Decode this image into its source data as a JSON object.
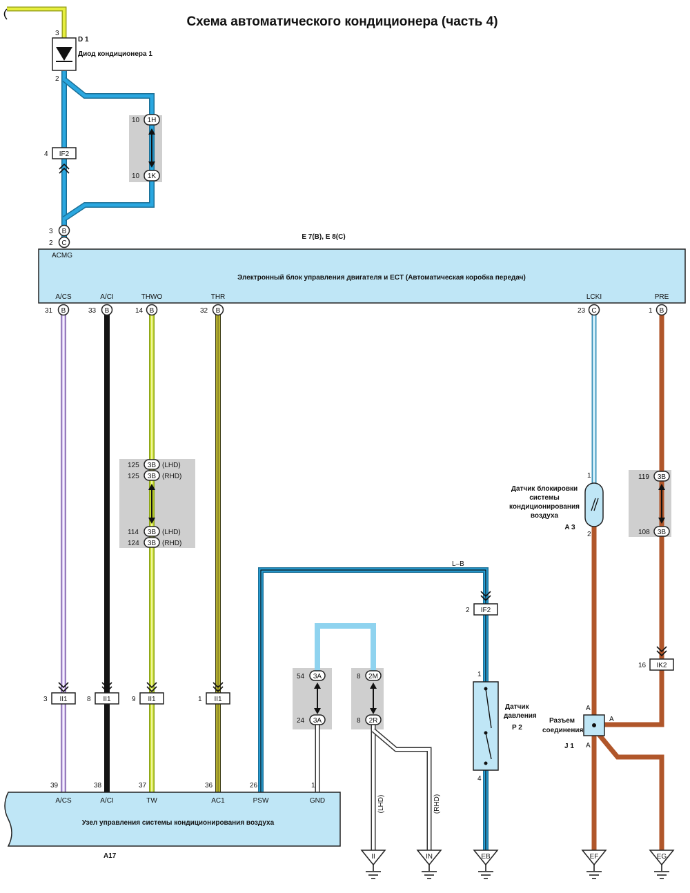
{
  "title": "Схема автоматического кондиционера (часть 4)",
  "colors": {
    "blue": "#2aa7e0",
    "light_blue": "#8fd3ef",
    "yellow": "#f2ea3a",
    "yellow_green": "#d4e636",
    "black": "#141414",
    "brown": "#b0562a",
    "lilac": "#c6aee6",
    "white_wire": "#ffffff",
    "ecu_fill": "#bfe6f6",
    "splice_fill": "#cfcfcf"
  },
  "diode": {
    "code": "D 1",
    "name": "Диод кондиционера 1",
    "pin_top": "3",
    "pin_bottom": "2"
  },
  "ecu": {
    "code": "E 7(B), E 8(C)",
    "name": "Электронный блок управления двигателя и ECT (Автоматическая коробка передач)",
    "top_terminal": "ACMG",
    "top_pins": [
      {
        "num": "3",
        "conn": "B"
      },
      {
        "num": "2",
        "conn": "C"
      }
    ],
    "bottom_terminals": [
      {
        "name": "A/CS",
        "num": "31",
        "conn": "B"
      },
      {
        "name": "A/CI",
        "num": "33",
        "conn": "B"
      },
      {
        "name": "THWO",
        "num": "14",
        "conn": "B"
      },
      {
        "name": "THR",
        "num": "32",
        "conn": "B"
      },
      {
        "name": "LCKI",
        "num": "23",
        "conn": "C"
      },
      {
        "name": "PRE",
        "num": "1",
        "conn": "B"
      }
    ]
  },
  "connectors": {
    "if2_top": {
      "pin": "4",
      "label": "IF2"
    },
    "if2_right": {
      "pin": "2",
      "label": "IF2"
    },
    "ii1": [
      {
        "pin": "3",
        "label": "II1"
      },
      {
        "pin": "8",
        "label": "II1"
      },
      {
        "pin": "9",
        "label": "II1"
      },
      {
        "pin": "1",
        "label": "II1"
      }
    ],
    "ik2": {
      "pin": "16",
      "label": "IK2"
    }
  },
  "splices": {
    "j1h_1k": {
      "top_num": "10",
      "top": "1H",
      "bottom_num": "10",
      "bottom": "1K"
    },
    "thwo_3b": {
      "top": [
        {
          "num": "125",
          "conn": "3B",
          "note": "(LHD)"
        },
        {
          "num": "125",
          "conn": "3B",
          "note": "(RHD)"
        }
      ],
      "bottom": [
        {
          "num": "114",
          "conn": "3B",
          "note": "(LHD)"
        },
        {
          "num": "124",
          "conn": "3B",
          "note": "(RHD)"
        }
      ]
    },
    "gnd_3a": {
      "top_num": "54",
      "top": "3A",
      "bottom_num": "24",
      "bottom": "3A"
    },
    "ground_2m": {
      "top_num": "8",
      "top": "2M",
      "bottom_num": "8",
      "bottom": "2R"
    },
    "pre_3b": {
      "top_num": "119",
      "top": "3B",
      "bottom_num": "108",
      "bottom": "3B"
    }
  },
  "wire_label": "L–B",
  "pressure_sensor": {
    "name_line1": "Датчик",
    "name_line2": "давления",
    "code": "P 2",
    "pin_top": "1",
    "pin_bottom": "4"
  },
  "lock_sensor": {
    "lines": [
      "Датчик блокировки",
      "системы",
      "кондиционирования",
      "воздуха"
    ],
    "code": "A 3",
    "pin_top": "1",
    "pin_bottom": "2"
  },
  "junction": {
    "line1": "Разъем",
    "line2": "соединения",
    "code": "J 1",
    "pin": "A"
  },
  "ac_unit": {
    "name": "Узел управления системы кондиционирования воздуха",
    "code": "A17",
    "terminals": [
      {
        "name": "A/CS",
        "num": "39"
      },
      {
        "name": "A/CI",
        "num": "38"
      },
      {
        "name": "TW",
        "num": "37"
      },
      {
        "name": "AC1",
        "num": "36"
      },
      {
        "name": "PSW",
        "num": "26"
      },
      {
        "name": "GND",
        "num": "1"
      }
    ]
  },
  "harness_notes": {
    "lhd": "(LHD)",
    "rhd": "(RHD)"
  },
  "grounds": [
    "II",
    "IN",
    "EB",
    "EF",
    "EG"
  ]
}
